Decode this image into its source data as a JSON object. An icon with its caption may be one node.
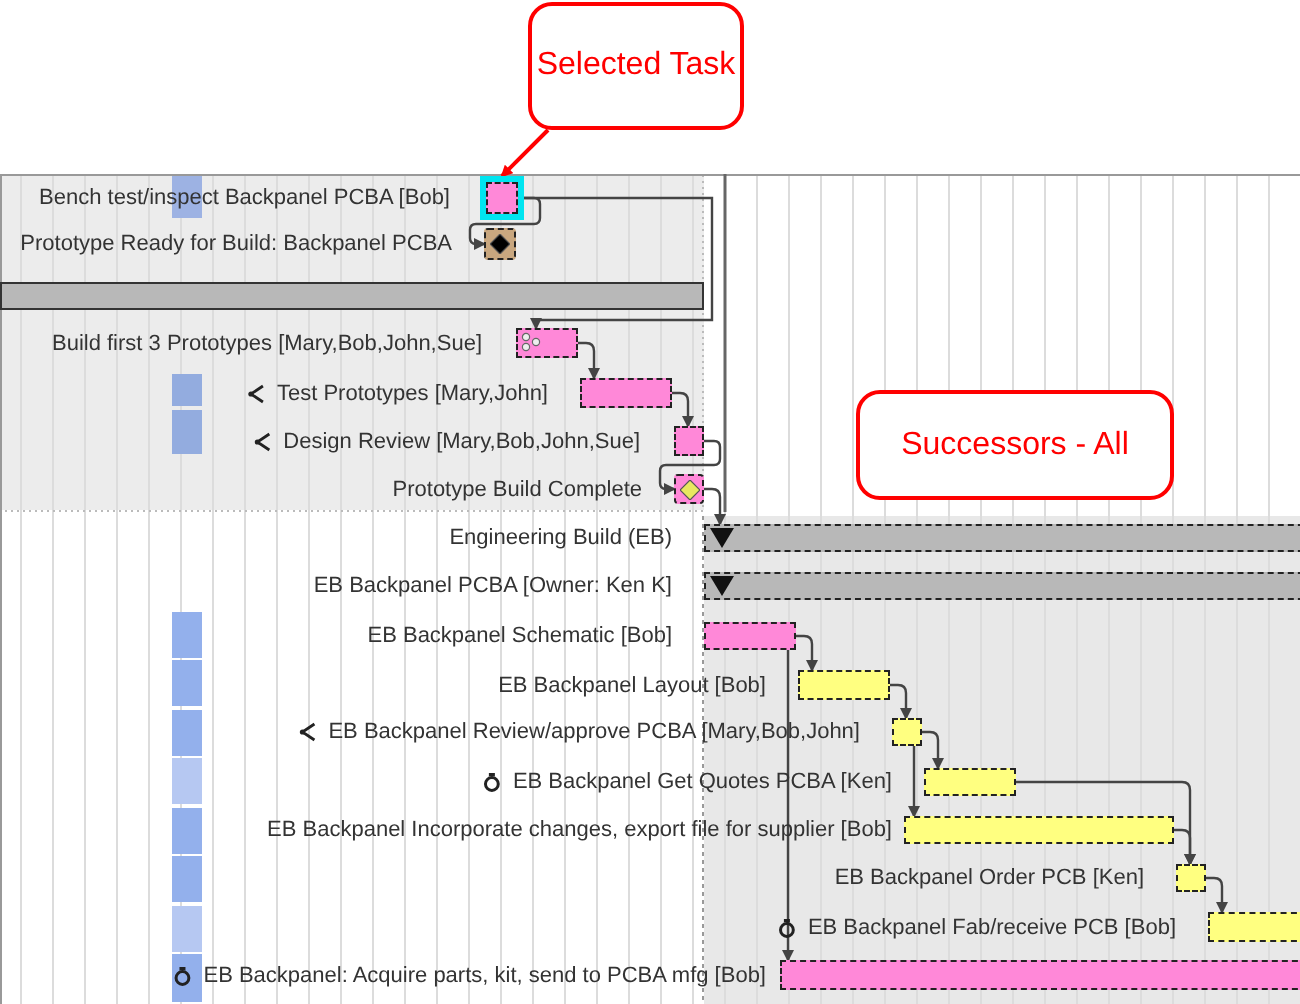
{
  "diagram": {
    "nodes": [
      {
        "text": [],
        "shape": "bar",
        "beside": [
          "Bench test/inspect Backpanel PCBA [Bob]"
        ]
      },
      {
        "text": [],
        "shape": "box",
        "beside": [
          "Prototype Ready for Build: Backpanel PCBA"
        ]
      },
      {
        "text": [],
        "shape": "bar"
      },
      {
        "text": [],
        "shape": "bar",
        "beside": [
          "Build first 3 Prototypes [Mary,Bob,John,Sue]"
        ]
      },
      {
        "text": [],
        "shape": "bar",
        "beside": [
          "Test Prototypes [Mary,John]"
        ]
      },
      {
        "text": [],
        "shape": "bar",
        "beside": [
          "Design Review [Mary,Bob,John,Sue]"
        ]
      },
      {
        "text": [],
        "shape": "box",
        "beside": [
          "Prototype Build Complete"
        ]
      },
      {
        "text": [],
        "shape": "bar",
        "beside": [
          "Engineering Build (EB)"
        ]
      },
      {
        "text": [],
        "shape": "bar",
        "beside": [
          "EB Backpanel PCBA [Owner: Ken K]"
        ]
      },
      {
        "text": [],
        "shape": "bar",
        "beside": [
          "EB Backpanel Schematic [Bob]"
        ]
      },
      {
        "text": [],
        "shape": "bar",
        "beside": [
          "EB Backpanel Layout [Bob]"
        ]
      },
      {
        "text": [],
        "shape": "bar",
        "beside": [
          "EB Backpanel Review/approve PCBA [Mary,Bob,John]"
        ]
      },
      {
        "text": [],
        "shape": "bar",
        "beside": [
          "EB Backpanel Get Quotes PCBA [Ken]"
        ]
      },
      {
        "text": [],
        "shape": "bar",
        "beside": [
          "EB Backpanel Incorporate changes, export file for supplier [Bob]"
        ]
      },
      {
        "text": [],
        "shape": "bar",
        "beside": [
          "EB Backpanel Order PCB [Ken]"
        ]
      },
      {
        "text": [],
        "shape": "bar",
        "beside": [
          "EB Backpanel Fab/receive PCB [Bob]"
        ]
      },
      {
        "text": [],
        "shape": "bar",
        "beside": [
          "EB Backpanel: Acquire parts, kit, send to PCBA mfg [Bob]"
        ]
      },
      {
        "text": [
          "Selected Task"
        ]
      },
      {
        "text": [
          "Successors - All"
        ]
      }
    ],
    "edges": [
      {
        "from": 0,
        "to": 1,
        "arrow": "to"
      },
      {
        "from": 0,
        "to": 3,
        "arrow": "to"
      },
      {
        "from": 3,
        "to": 4,
        "arrow": "to"
      },
      {
        "from": 4,
        "to": 5,
        "arrow": "to"
      },
      {
        "from": 5,
        "to": 6,
        "arrow": "to"
      },
      {
        "from": 6,
        "to": 7,
        "arrow": "to"
      },
      {
        "from": 9,
        "to": 10,
        "arrow": "to"
      },
      {
        "from": 9,
        "to": 16,
        "arrow": "to"
      },
      {
        "from": 10,
        "to": 11,
        "arrow": "to"
      },
      {
        "from": 11,
        "to": 12,
        "arrow": "to"
      },
      {
        "from": 11,
        "to": 13,
        "arrow": "to"
      },
      {
        "from": 12,
        "to": 14,
        "arrow": "to"
      },
      {
        "from": 13,
        "to": 14,
        "arrow": "to"
      },
      {
        "from": 14,
        "to": 15,
        "arrow": "to"
      },
      {
        "from": 17,
        "to": 0,
        "arrow": "to",
        "color": "#ff0000"
      }
    ]
  }
}
